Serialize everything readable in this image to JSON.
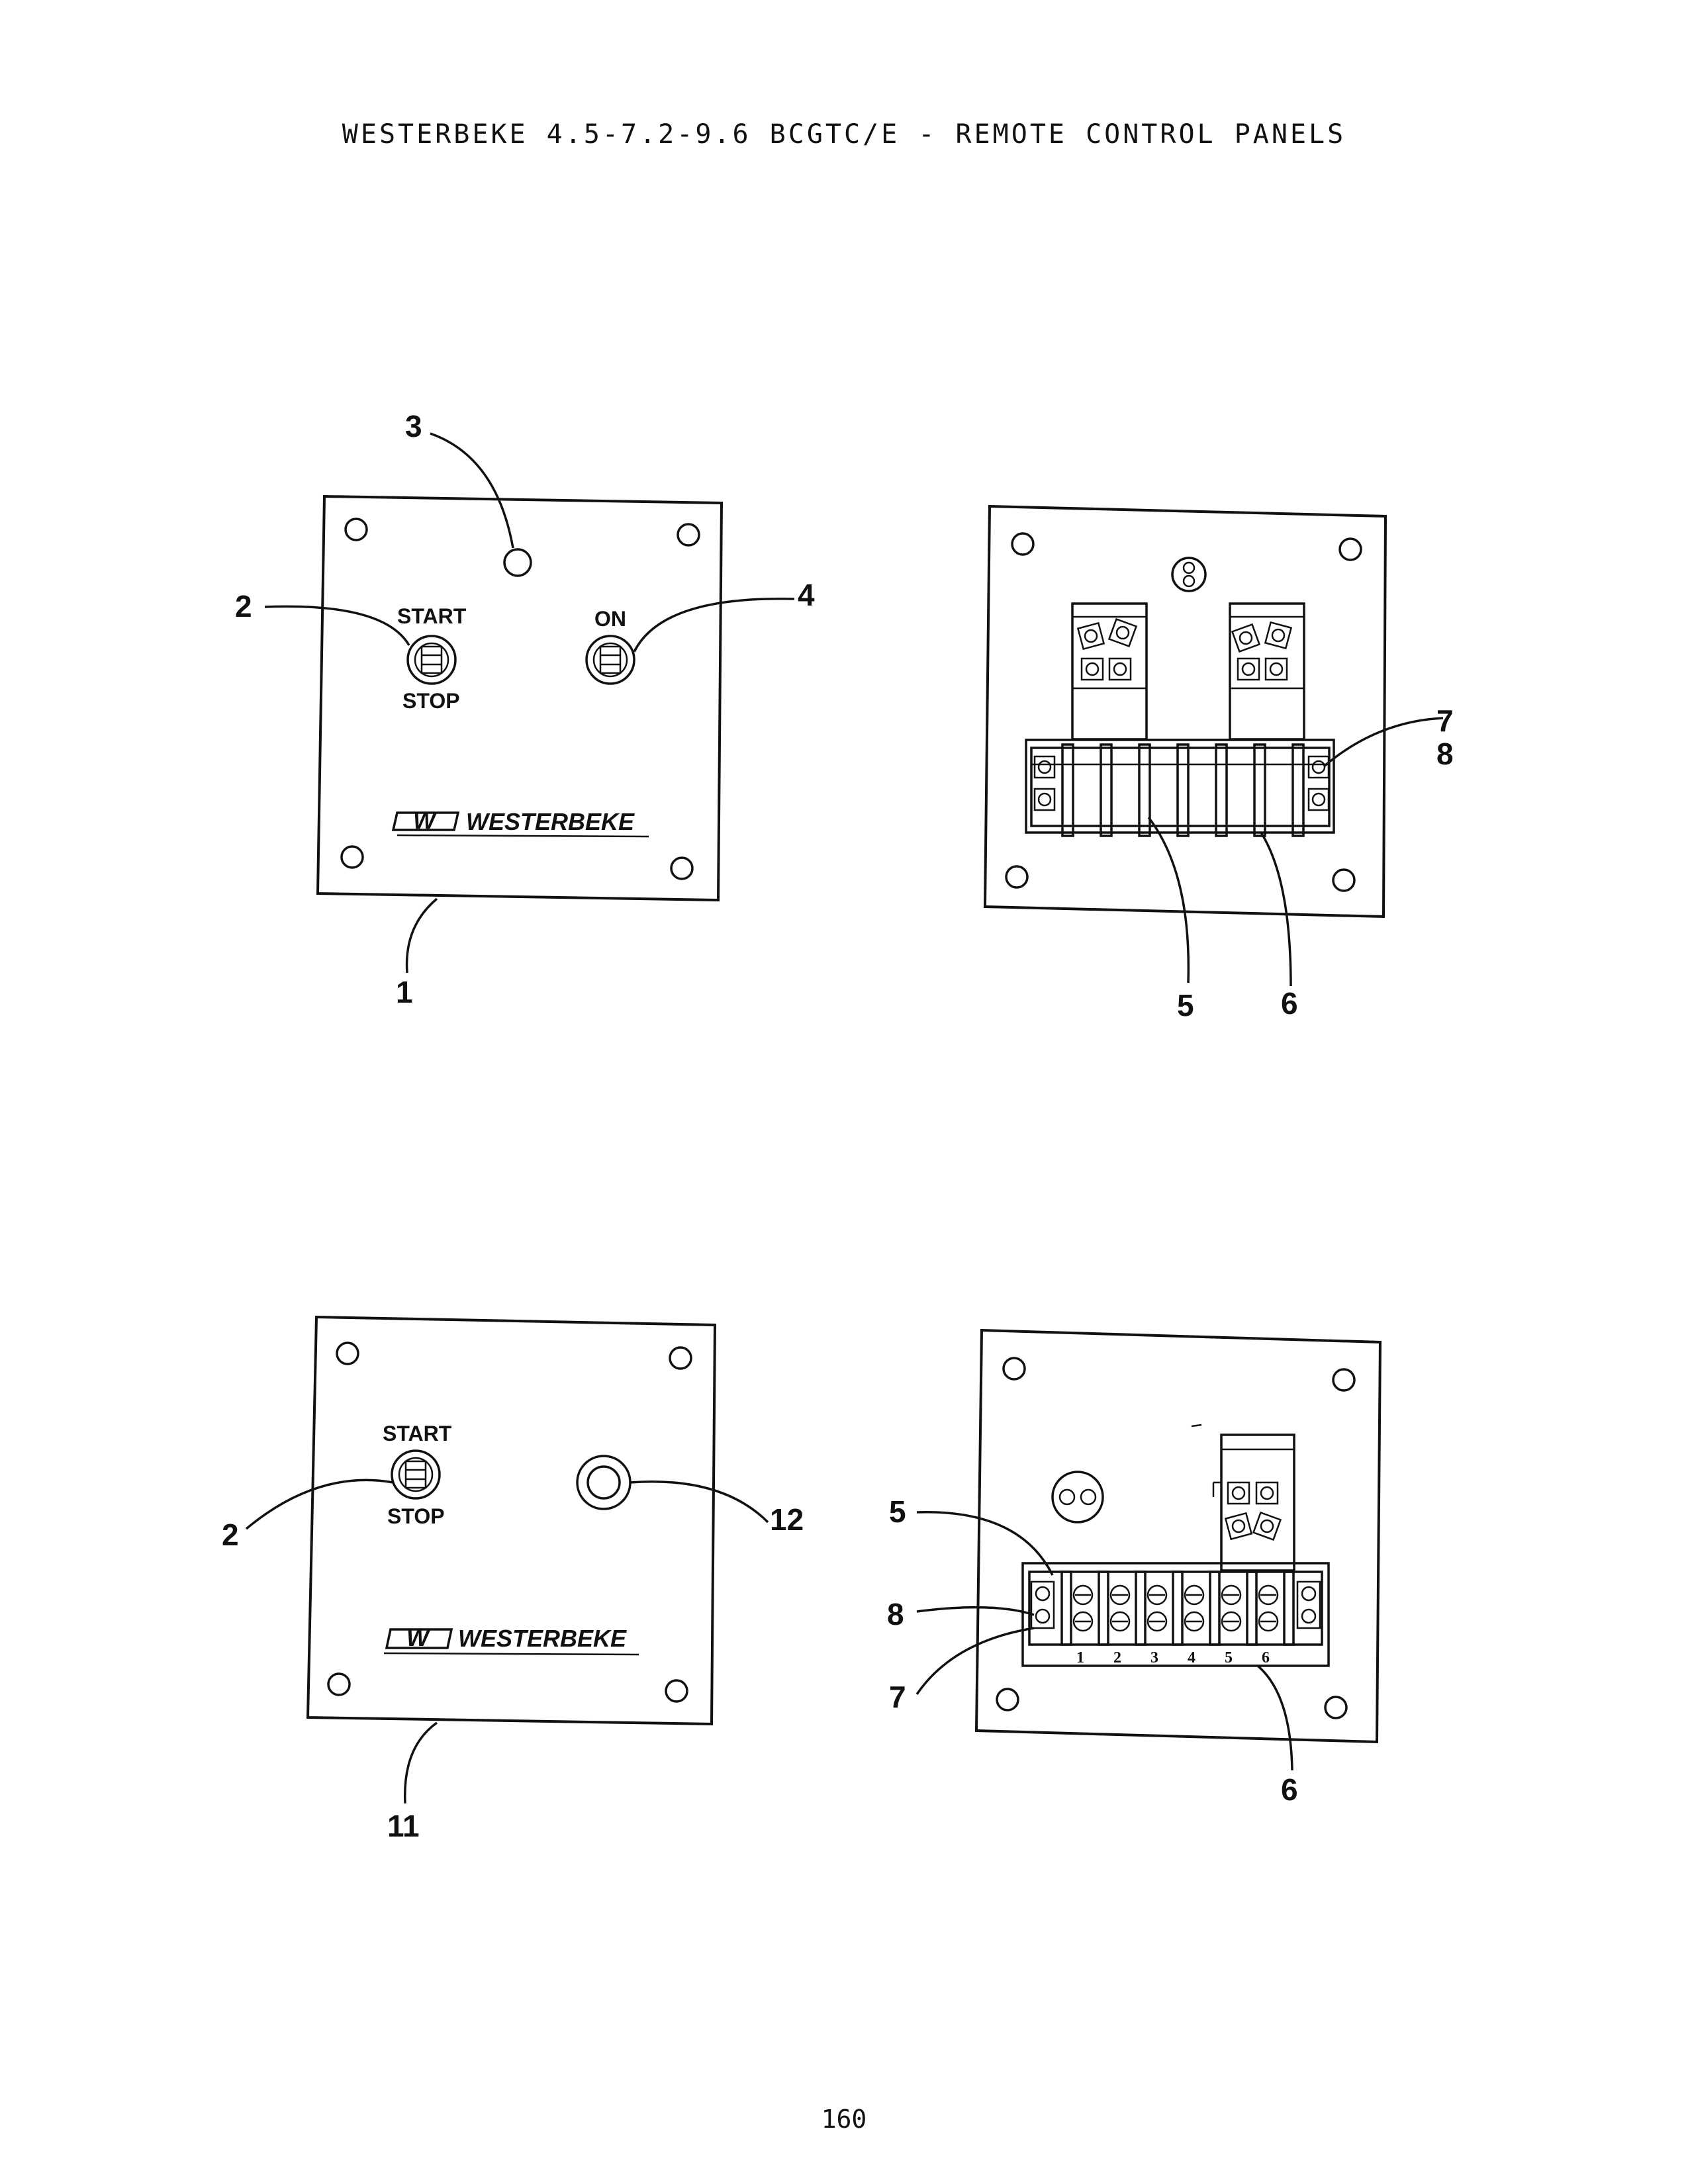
{
  "title": "WESTERBEKE 4.5-7.2-9.6 BCGTC/E - REMOTE CONTROL PANELS",
  "page_number": "160",
  "panel_text": {
    "start": "START",
    "stop": "STOP",
    "on": "ON",
    "brand": "WESTERBEKE",
    "logo_mark": "W"
  },
  "callouts": {
    "c1": "1",
    "c2": "2",
    "c3": "3",
    "c4": "4",
    "c5": "5",
    "c6": "6",
    "c7": "7",
    "c8": "8",
    "c11": "11",
    "c12": "12"
  },
  "terminal_numbers": [
    "1",
    "2",
    "3",
    "4",
    "5",
    "6"
  ]
}
